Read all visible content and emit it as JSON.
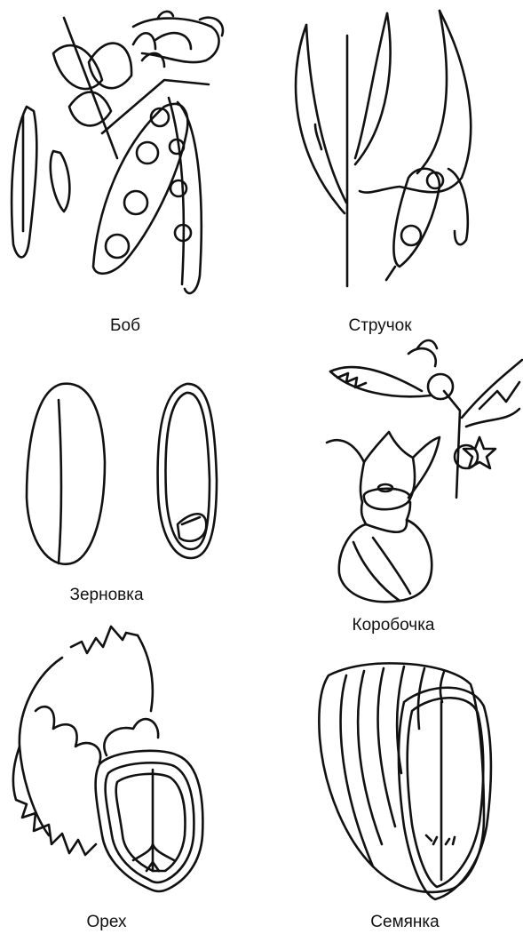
{
  "labels": {
    "bob": "Боб",
    "struchok": "Стручок",
    "zernovka": "Зерновка",
    "korobochka": "Коробочка",
    "orekh": "Орех",
    "semyanka": "Семянка"
  }
}
